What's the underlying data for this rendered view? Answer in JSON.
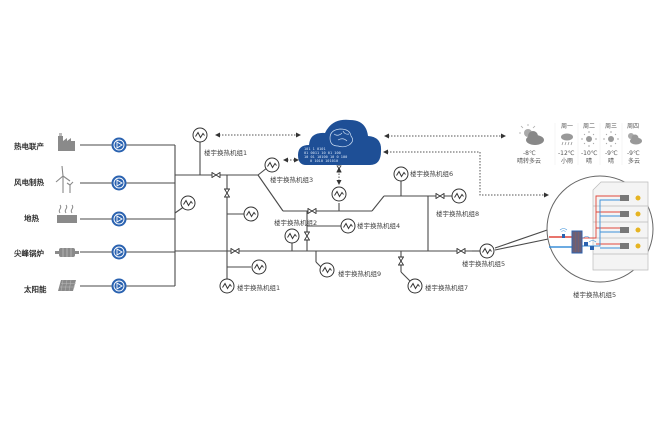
{
  "sources": [
    {
      "label": "热电联产",
      "icon": "chp-plant-icon"
    },
    {
      "label": "风电制热",
      "icon": "wind-turbine-icon"
    },
    {
      "label": "地热",
      "icon": "geothermal-icon"
    },
    {
      "label": "尖峰锅炉",
      "icon": "peak-boiler-icon"
    },
    {
      "label": "太阳能",
      "icon": "solar-panel-icon"
    }
  ],
  "units": {
    "u1_top": "楼宇换热机组1",
    "u3": "楼宇换热机组3",
    "u2": "楼宇换热机组2",
    "u4": "楼宇换热机组4",
    "u6": "楼宇换热机组6",
    "u8": "楼宇换热机组8",
    "u9": "楼宇换热机组9",
    "u7": "楼宇换热机组7",
    "u5": "楼宇换热机组5",
    "u1_bottom": "楼宇换热机组1",
    "detail_caption": "楼宇换热机组5"
  },
  "cloud": {
    "icon": "cloud-brain-icon",
    "binary_rows": [
      "101  1    0101",
      "01 0011 10 01 100",
      "10 01 10100 10 0 100",
      "0 1010 101010"
    ]
  },
  "weather": [
    {
      "day": "",
      "temp": "-8℃",
      "desc": "晴转多云",
      "icon": "partly-cloudy-icon"
    },
    {
      "day": "周一",
      "temp": "-12℃",
      "desc": "小雨",
      "icon": "light-rain-icon"
    },
    {
      "day": "周二",
      "temp": "-10℃",
      "desc": "晴",
      "icon": "sunny-icon"
    },
    {
      "day": "周三",
      "temp": "-9℃",
      "desc": "晴",
      "icon": "sunny-icon"
    },
    {
      "day": "周四",
      "temp": "-9℃",
      "desc": "多云",
      "icon": "cloudy-icon"
    }
  ],
  "colors": {
    "pump_blue": "#2a62b0",
    "cloud_blue": "#1e4f96",
    "hot_pipe": "#e0473b",
    "cold_pipe": "#3b8fd8",
    "thermostat_yellow": "#e6b422"
  }
}
